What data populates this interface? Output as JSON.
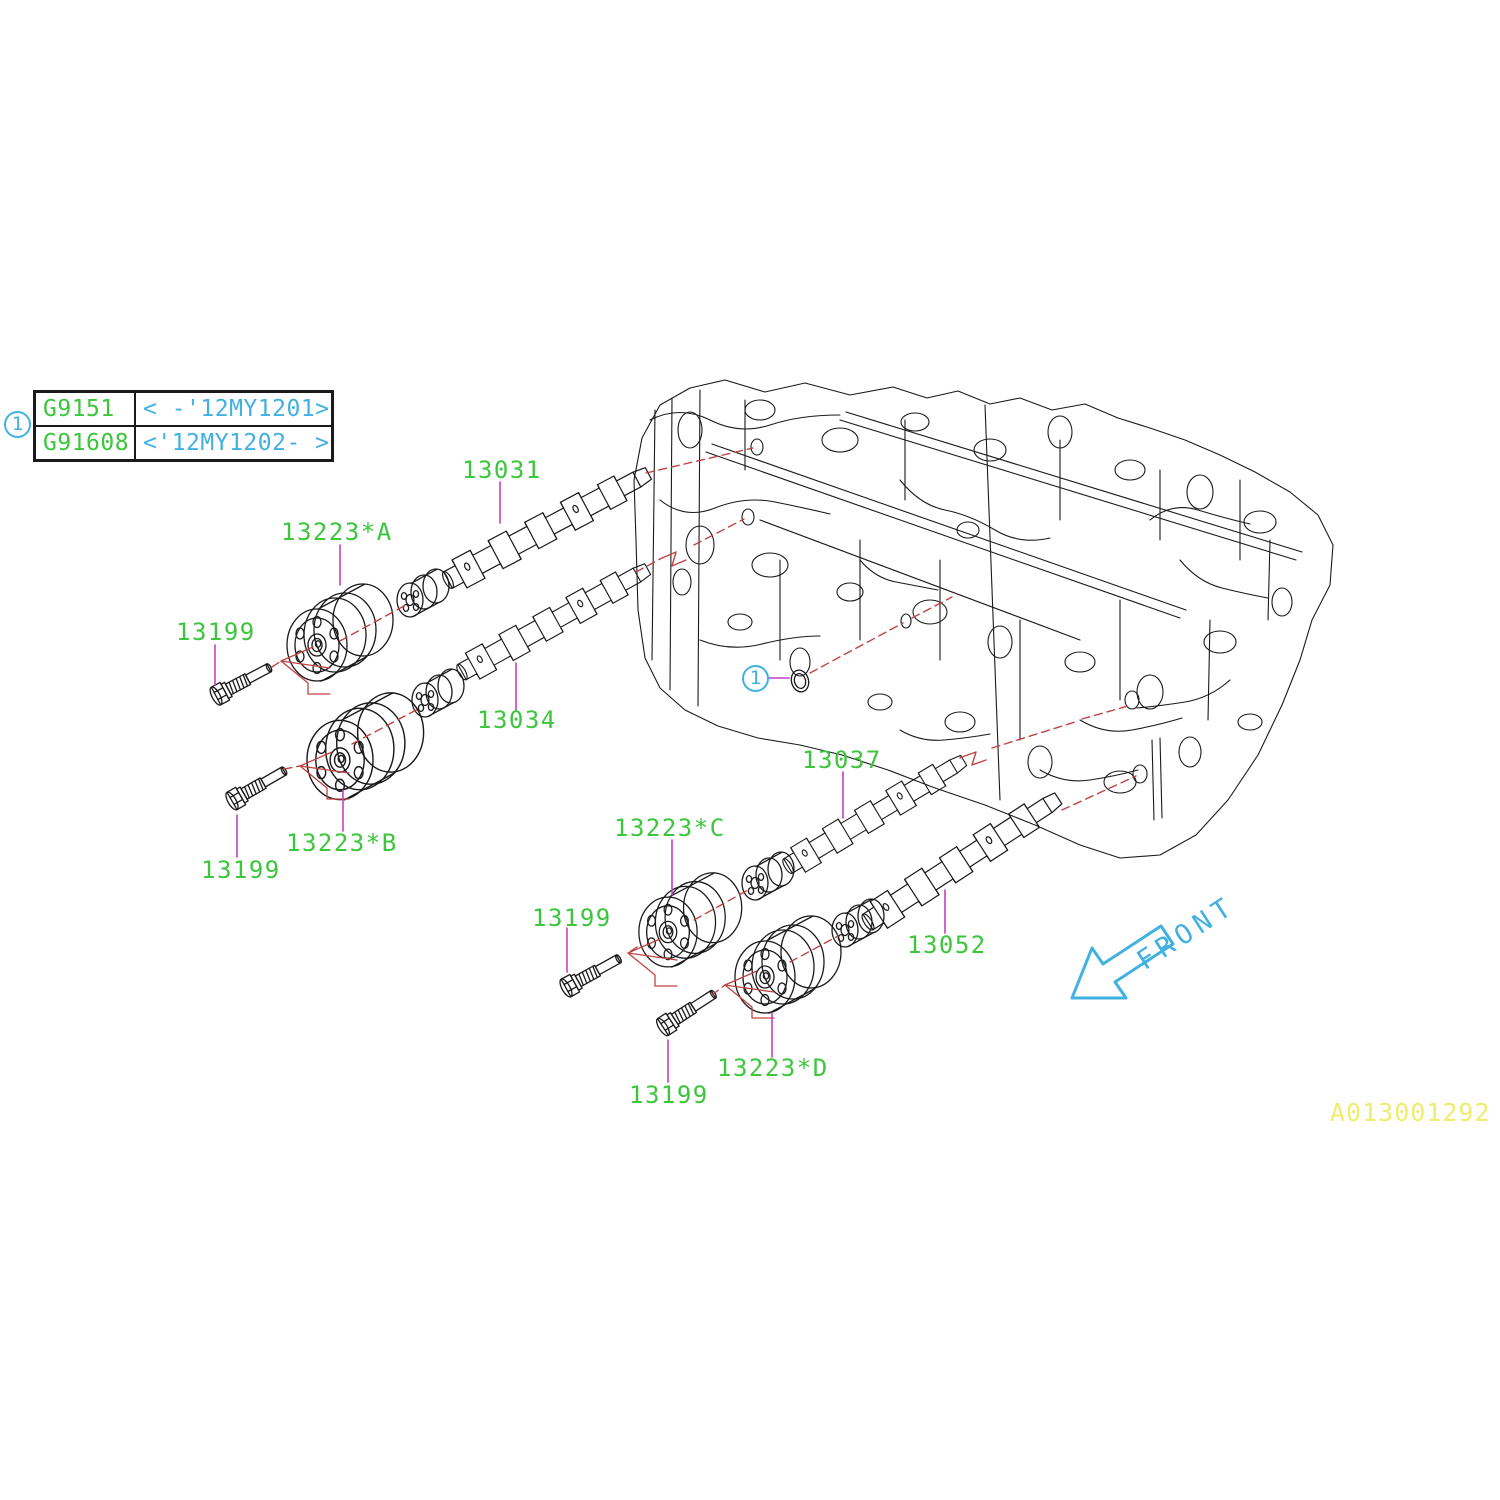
{
  "legend_table": {
    "marker": "1",
    "rows": [
      {
        "part_no": "G9151",
        "applicability": "< -'12MY1201>"
      },
      {
        "part_no": "G91608",
        "applicability": "<'12MY1202- >"
      }
    ]
  },
  "assembly_marker": {
    "text": "1"
  },
  "labels": {
    "l13031": "13031",
    "l13223A": "13223*A",
    "l13199_1": "13199",
    "l13034": "13034",
    "l13223B": "13223*B",
    "l13199_2": "13199",
    "l13037": "13037",
    "l13223C": "13223*C",
    "l13199_3": "13199",
    "l13052": "13052",
    "l13223D": "13223*D",
    "l13199_4": "13199"
  },
  "front_indicator": {
    "label": "FRONT"
  },
  "footer": {
    "drawing_number": "A013001292"
  },
  "colors": {
    "part_label_green": "#3cc63c",
    "reference_cyan": "#41b1e1",
    "leader_magenta": "#c43fc4",
    "assembly_line_red": "#bf4343",
    "drawing_number_yellow": "#efec6e",
    "artwork_line_black": "#1a1a1a"
  }
}
